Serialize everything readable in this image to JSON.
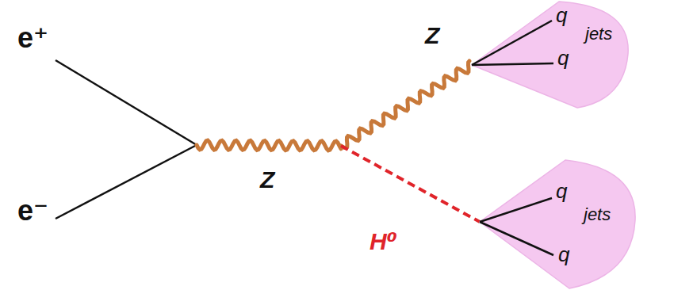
{
  "diagram": {
    "nodes": [
      {
        "text": [
          "q",
          "jets",
          "q"
        ]
      },
      {
        "text": [
          "q",
          "jets",
          "q"
        ]
      }
    ],
    "labels": [
      "e⁺",
      "e⁻",
      "Z",
      "Z",
      "H⁰"
    ]
  }
}
